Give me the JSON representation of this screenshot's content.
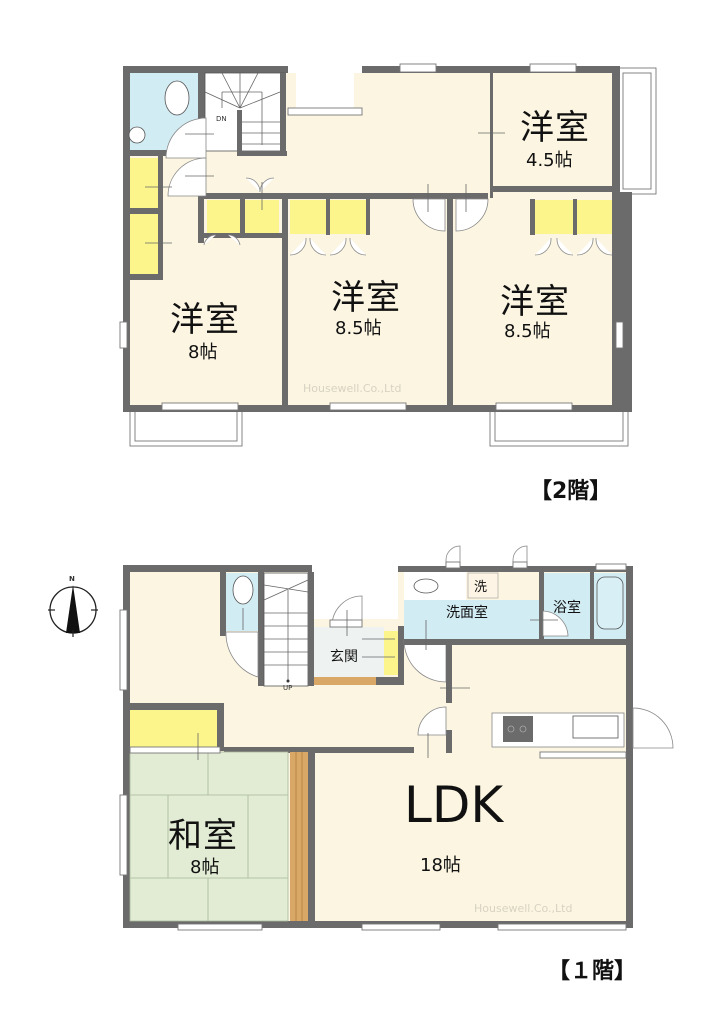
{
  "floors": [
    {
      "tag": "【2階】",
      "rooms": [
        {
          "name": "洋室",
          "size": "4.5帖"
        },
        {
          "name": "洋室",
          "size": "8帖"
        },
        {
          "name": "洋室",
          "size": "8.5帖"
        },
        {
          "name": "洋室",
          "size": "8.5帖"
        }
      ],
      "stair_label": "DN",
      "watermark": "Housewell.Co.,Ltd"
    },
    {
      "tag": "【１階】",
      "rooms": [
        {
          "name": "和室",
          "size": "8帖"
        },
        {
          "name": "LDK",
          "size": "18帖"
        },
        {
          "name": "玄関"
        },
        {
          "name": "洗面室"
        },
        {
          "name": "浴室"
        },
        {
          "name": "洗"
        }
      ],
      "stair_label": "UP",
      "watermark": "Housewell.Co.,Ltd"
    }
  ],
  "compass": {
    "label": "N"
  },
  "colors": {
    "wall": "#6b6b6b",
    "floor": "#fbf5e2",
    "wet_area": "#d2ecf4",
    "closet": "#fbf58c",
    "tatami": "#e2ecd4",
    "wood": "#d9a867"
  }
}
